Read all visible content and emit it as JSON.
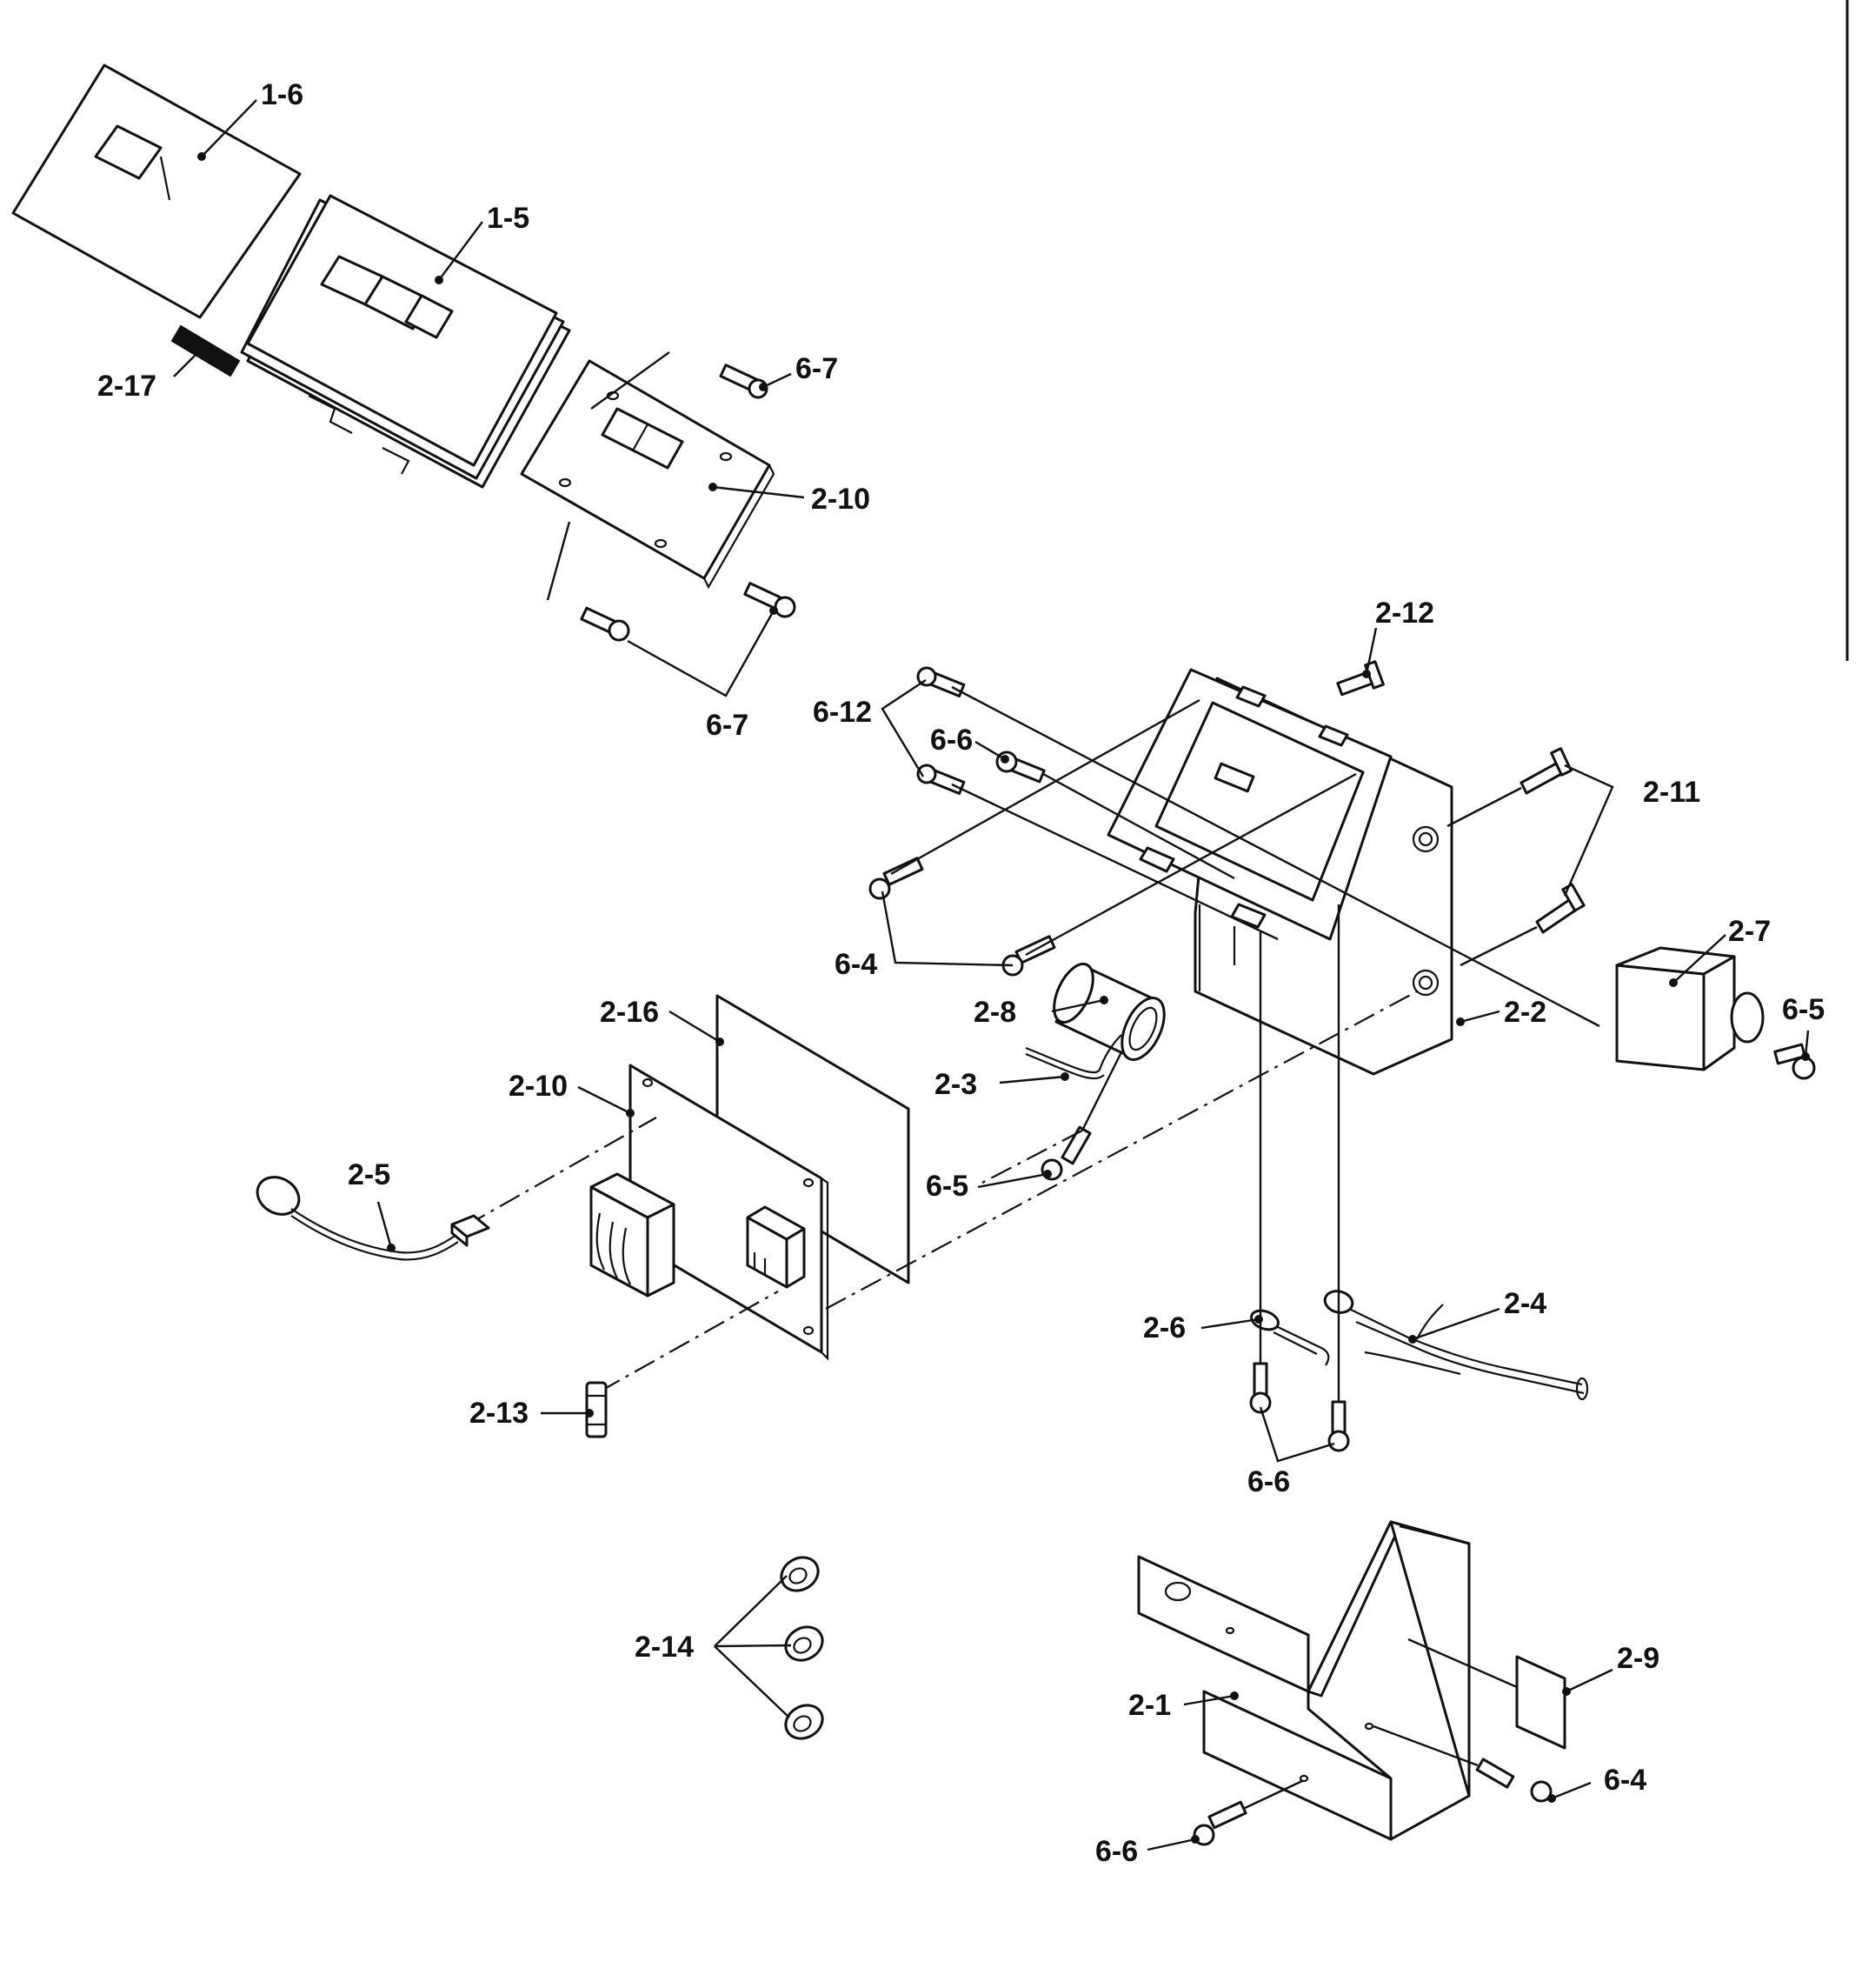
{
  "callouts": {
    "c_1_6": "1-6",
    "c_1_5": "1-5",
    "c_2_17": "2-17",
    "c_6_7_top": "6-7",
    "c_2_10_top": "2-10",
    "c_6_7_bottom": "6-7",
    "c_2_12": "2-12",
    "c_6_12": "6-12",
    "c_6_6_mid": "6-6",
    "c_2_11": "2-11",
    "c_6_4_mid": "6-4",
    "c_2_7": "2-7",
    "c_6_5_right": "6-5",
    "c_2_16": "2-16",
    "c_2_8": "2-8",
    "c_2_2": "2-2",
    "c_2_10_bottom": "2-10",
    "c_2_3": "2-3",
    "c_2_5": "2-5",
    "c_6_5_left": "6-5",
    "c_2_6": "2-6",
    "c_2_4": "2-4",
    "c_2_13": "2-13",
    "c_6_6_lower": "6-6",
    "c_2_14": "2-14",
    "c_2_9": "2-9",
    "c_2_1": "2-1",
    "c_6_4_bottom": "6-4",
    "c_6_6_bottom": "6-6"
  }
}
